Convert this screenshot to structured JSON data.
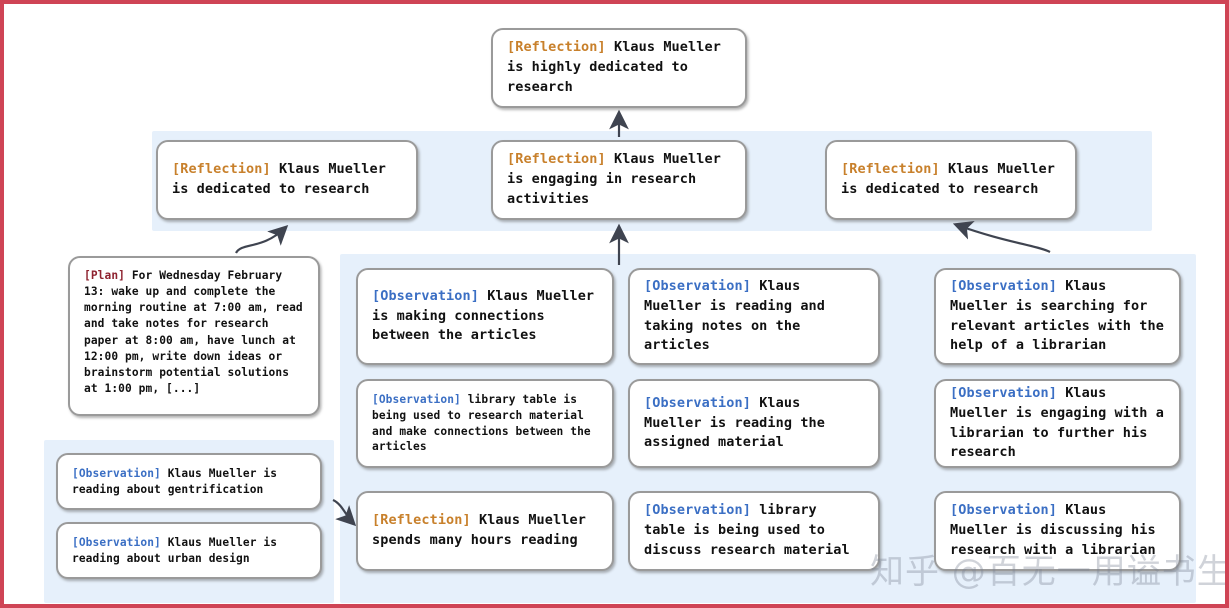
{
  "figure": {
    "title": "Reflection tree for Klaus Mueller",
    "border_color": "#cf4455",
    "band_color": "#e6f0fb",
    "tag_colors": {
      "reflection": "#c8802b",
      "observation": "#3b6fc4",
      "plan": "#8f2330"
    }
  },
  "watermark": {
    "text": "知乎 @百无一用谥书生"
  },
  "tags": {
    "reflection": "[Reflection]",
    "observation": "[Observation]",
    "plan": "[Plan]"
  },
  "nodes": {
    "root": {
      "tag": "[Reflection]",
      "text": " Klaus Mueller is highly dedicated to research"
    },
    "reflections": [
      {
        "tag": "[Reflection]",
        "text": " Klaus Mueller is dedicated to research"
      },
      {
        "tag": "[Reflection]",
        "text": " Klaus Mueller is engaging in research activities"
      },
      {
        "tag": "[Reflection]",
        "text": " Klaus Mueller is dedicated to research"
      }
    ],
    "plan": {
      "tag": "[Plan]",
      "text": " For Wednesday February 13: wake up and complete the morning routine at 7:00 am, read and take notes for research paper at 8:00 am, have lunch at 12:00 pm, write down ideas or brainstorm potential solutions at 1:00 pm, [...]"
    },
    "left_observations": [
      {
        "tag": "[Observation]",
        "text": " Klaus Mueller is reading about gentrification"
      },
      {
        "tag": "[Observation]",
        "text": " Klaus Mueller is reading about urban design"
      }
    ],
    "column_a": [
      {
        "tag": "[Observation]",
        "text": " Klaus Mueller is making connections between the articles"
      },
      {
        "tag": "[Observation]",
        "text": " library table is being used to research material and make connections between the articles"
      },
      {
        "tag": "[Reflection]",
        "text": " Klaus Mueller spends many hours reading"
      }
    ],
    "column_b": [
      {
        "tag": "[Observation]",
        "text": " Klaus Mueller is reading and taking notes on the articles"
      },
      {
        "tag": "[Observation]",
        "text": " Klaus Mueller is reading the assigned material"
      },
      {
        "tag": "[Observation]",
        "text": " library table is being used to discuss research material"
      }
    ],
    "column_c": [
      {
        "tag": "[Observation]",
        "text": " Klaus Mueller is searching for relevant articles with the help of a librarian"
      },
      {
        "tag": "[Observation]",
        "text": " Klaus Mueller is engaging with a librarian to further his research"
      },
      {
        "tag": "[Observation]",
        "text": " Klaus Mueller is discussing his research with a librarian"
      }
    ]
  }
}
